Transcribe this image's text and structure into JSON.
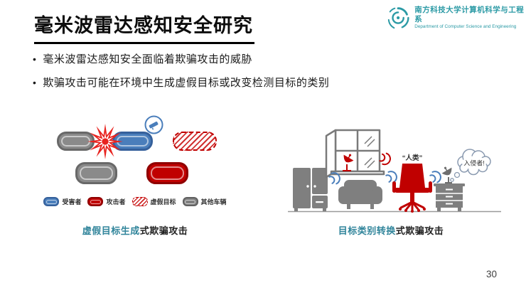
{
  "title": "毫米波雷达感知安全研究",
  "logo": {
    "org_cn": "南方科技大学计算机科学与工程系",
    "org_en": "Department of Computer Science and Engineering"
  },
  "bullets": [
    "毫米波雷达感知安全面临着欺骗攻击的威胁",
    "欺骗攻击可能在环境中生成虚假目标或改变检测目标的类别"
  ],
  "legend": {
    "items": [
      {
        "label": "受害者"
      },
      {
        "label": "攻击者"
      },
      {
        "label": "虚假目标"
      },
      {
        "label": "其他车辆"
      }
    ]
  },
  "captions": {
    "left_highlight": "虚假目标生成",
    "left_rest": "式欺骗攻击",
    "right_highlight": "目标类别转换",
    "right_rest": "式欺骗攻击"
  },
  "right_scene": {
    "target_label": "“人类”",
    "thought": "入侵者!"
  },
  "page_number": "30",
  "colors": {
    "victim": "#4a7ebb",
    "attacker": "#c00000",
    "othergray": "#7f7f7f",
    "teal": "#31859b",
    "logoteal": "#2b9aa5",
    "explosion": "#e8231f"
  }
}
